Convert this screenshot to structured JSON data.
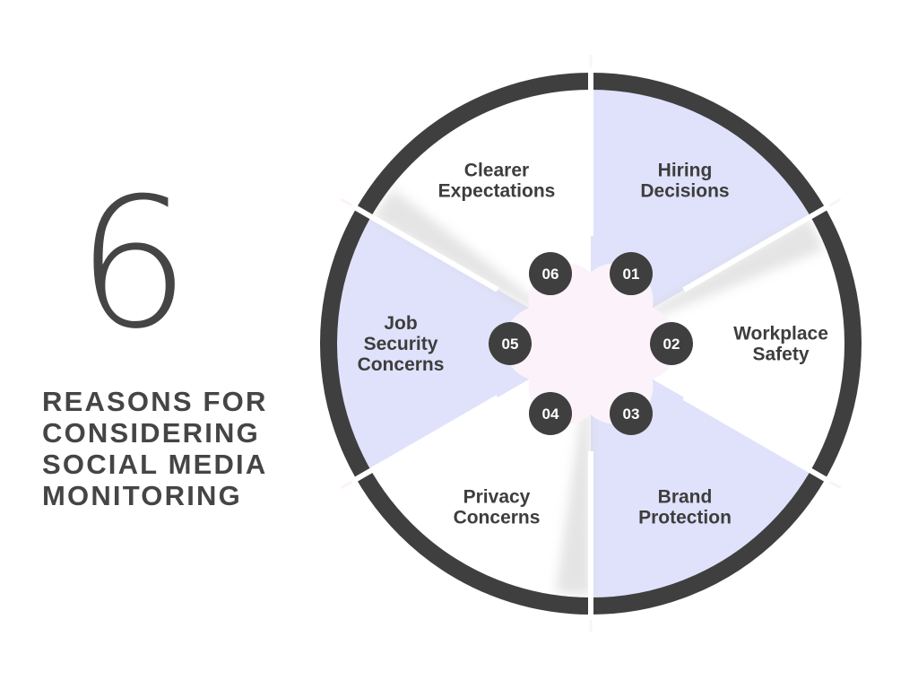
{
  "big_number": "6",
  "headline_lines": [
    "REASONS FOR",
    "CONSIDERING",
    "SOCIAL MEDIA",
    "MONITORING"
  ],
  "segments": [
    {
      "number": "01",
      "label_lines": [
        "Hiring",
        "Decisions"
      ],
      "shade": "lavender"
    },
    {
      "number": "02",
      "label_lines": [
        "Workplace",
        "Safety"
      ],
      "shade": "white"
    },
    {
      "number": "03",
      "label_lines": [
        "Brand",
        "Protection"
      ],
      "shade": "lavender"
    },
    {
      "number": "04",
      "label_lines": [
        "Privacy",
        "Concerns"
      ],
      "shade": "white"
    },
    {
      "number": "05",
      "label_lines": [
        "Job",
        "Security",
        "Concerns"
      ],
      "shade": "lavender"
    },
    {
      "number": "06",
      "label_lines": [
        "Clearer",
        "Expectations"
      ],
      "shade": "white"
    }
  ],
  "colors": {
    "ring": "#3f3f3f",
    "text": "#454545",
    "lavender": "#e0e2fb",
    "white": "#ffffff",
    "hub": "#fbf3f9",
    "badge": "#3f3f3f"
  }
}
